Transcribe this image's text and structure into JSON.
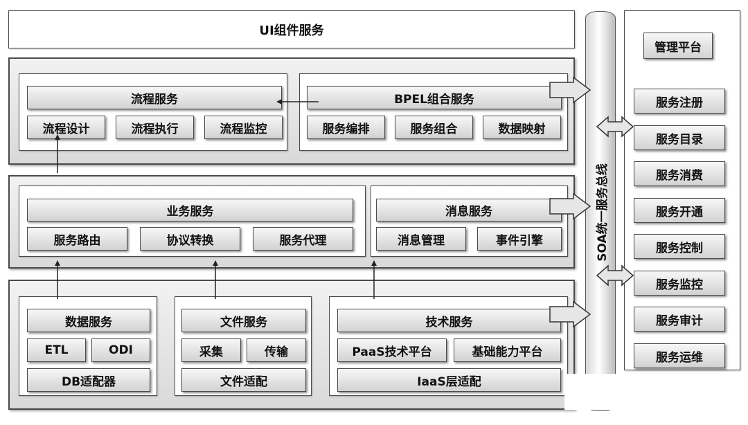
{
  "ui_layer": "UI组件服务",
  "bus_label": "SOA统一服务总线",
  "management": {
    "title": "管理平台",
    "items": [
      "服务注册",
      "服务目录",
      "服务消费",
      "服务开通",
      "服务控制",
      "服务监控",
      "服务审计",
      "服务运维"
    ]
  },
  "process_service": {
    "title": "流程服务",
    "items": [
      "流程设计",
      "流程执行",
      "流程监控"
    ]
  },
  "bpel_service": {
    "title": "BPEL组合服务",
    "items": [
      "服务编排",
      "服务组合",
      "数据映射"
    ]
  },
  "business_service": {
    "title": "业务服务",
    "items": [
      "服务路由",
      "协议转换",
      "服务代理"
    ]
  },
  "message_service": {
    "title": "消息服务",
    "items": [
      "消息管理",
      "事件引擎"
    ]
  },
  "data_service": {
    "title": "数据服务",
    "items": [
      "ETL",
      "ODI"
    ],
    "adapter": "DB适配器"
  },
  "file_service": {
    "title": "文件服务",
    "items": [
      "采集",
      "传输"
    ],
    "adapter": "文件适配"
  },
  "tech_service": {
    "title": "技术服务",
    "items": [
      "PaaS技术平台",
      "基础能力平台"
    ],
    "adapter": "IaaS层适配"
  }
}
